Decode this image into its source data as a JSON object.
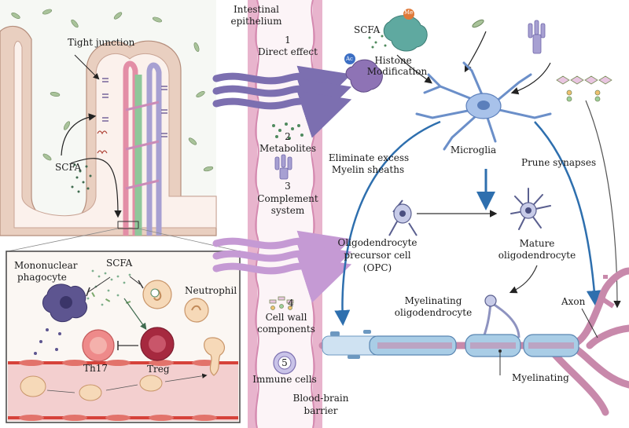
{
  "gut": {
    "tight_junction": "Tight junction",
    "scfa": "SCFA"
  },
  "inset": {
    "mononuclear": "Mononuclear",
    "phagocyte": "phagocyte",
    "scfa": "SCFA",
    "neutrophil": "Neutrophil",
    "th17": "Th17",
    "treg": "Treg"
  },
  "barrier": {
    "intestinal": "Intestinal",
    "epithelium": "epithelium",
    "items": [
      {
        "num": "1",
        "line1": "Direct effect",
        "line2": ""
      },
      {
        "num": "2",
        "line1": "Metabolites",
        "line2": ""
      },
      {
        "num": "3",
        "line1": "Complement",
        "line2": "system"
      },
      {
        "num": "4",
        "line1": "Cell wall",
        "line2": "components"
      },
      {
        "num": "5",
        "line1": "Immune cells",
        "line2": ""
      }
    ],
    "bbb_line1": "Blood-brain",
    "bbb_line2": "barrier"
  },
  "brain": {
    "scfa": "SCFA",
    "histone": "Histone",
    "modification": "Modification",
    "me": "Me",
    "ac": "Ac",
    "microglia": "Microglia",
    "eliminate": "Eliminate excess",
    "myelin_sheaths": "Myelin sheaths",
    "prune": "Prune synapses",
    "opc_line1": "Oligodendrocyte",
    "opc_line2": "precursor cell",
    "opc_line3": "(OPC)",
    "mature_line1": "Mature",
    "mature_line2": "oligodendrocyte",
    "myelinating_oligo_line1": "Myelinating",
    "myelinating_oligo_line2": "oligodendrocyte",
    "axon": "Axon",
    "myelinating": "Myelinating"
  },
  "colors": {
    "epithelium": "#e9cfc0",
    "barrier_pink": "#e8b4cd",
    "arrow_purple": "#7c6fb0",
    "arrow_lilac": "#c59ad4",
    "blue_arrow": "#2e6fae",
    "axon": "#c889ab",
    "myelin": "#a9cde6"
  }
}
